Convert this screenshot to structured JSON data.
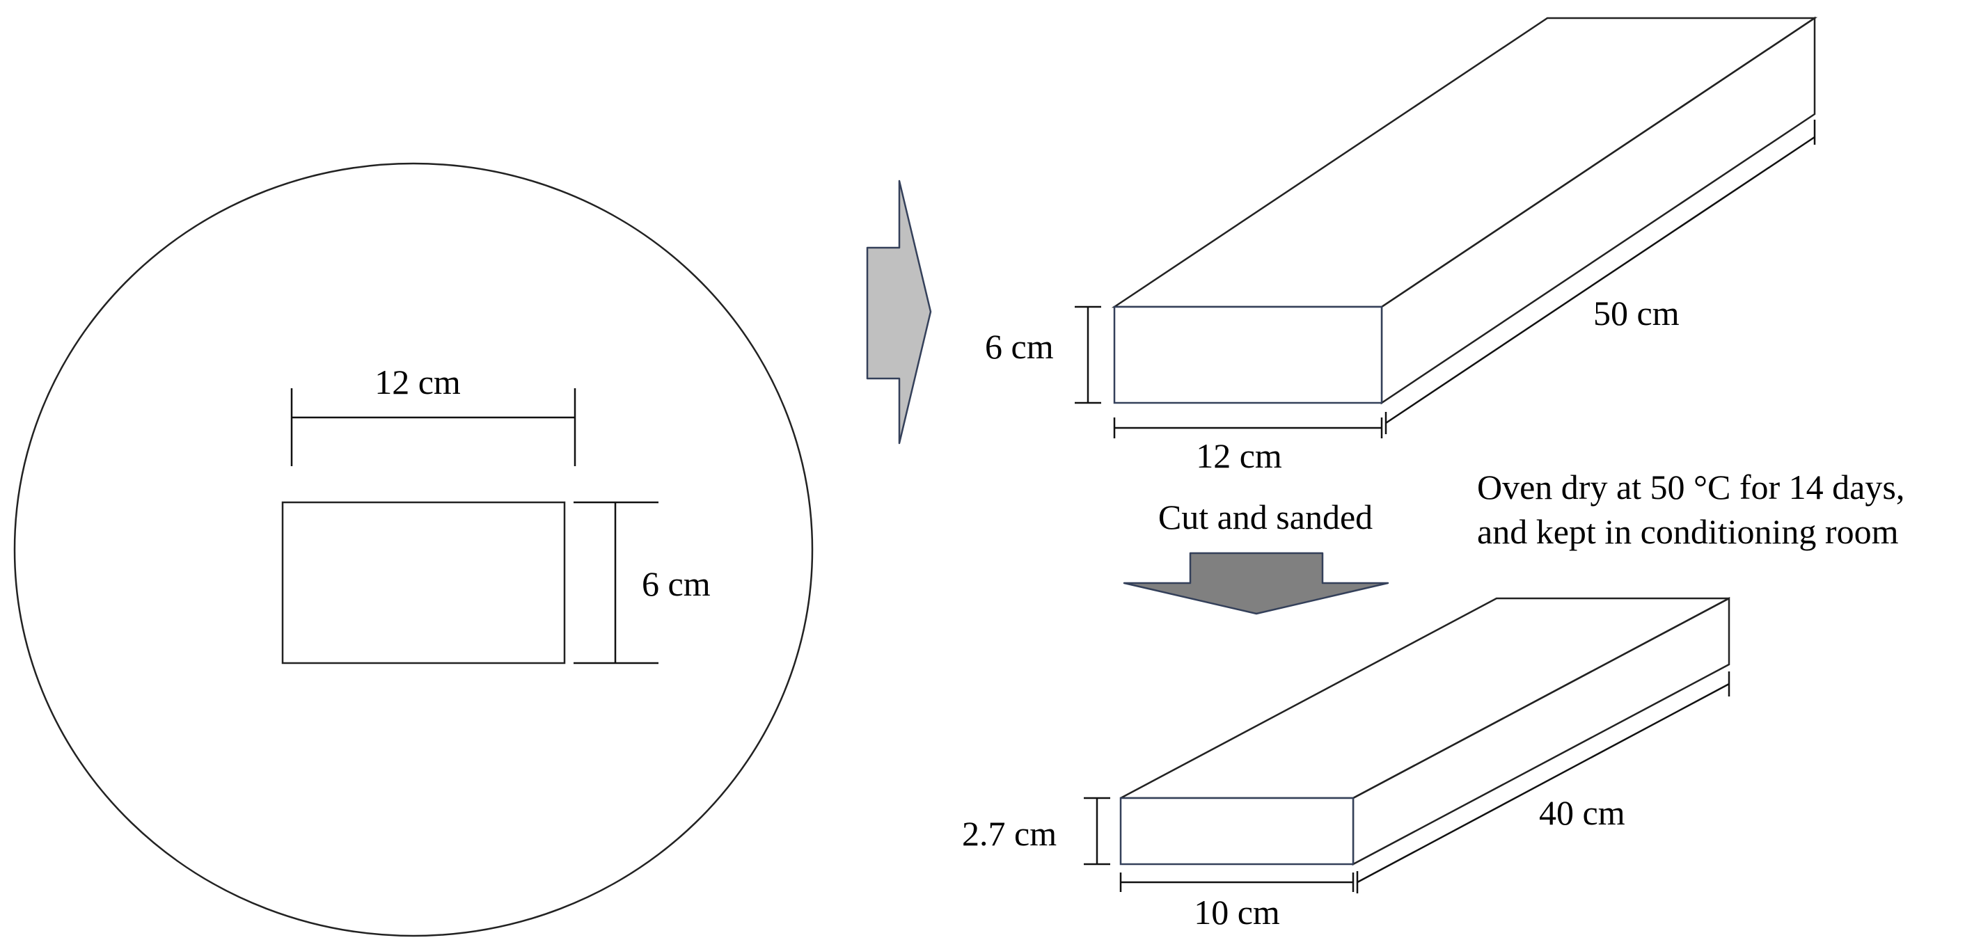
{
  "log_cross_section": {
    "width_label": "12 cm",
    "height_label": "6 cm"
  },
  "beam_large": {
    "height_label": "6 cm",
    "width_label": "12 cm",
    "length_label": "50 cm"
  },
  "process_label": "Cut and sanded",
  "conditioning_note": {
    "line1": "Oven dry at 50 °C for 14 days,",
    "line2": "and kept in conditioning room"
  },
  "beam_small": {
    "height_label": "2.7 cm",
    "width_label": "10 cm",
    "length_label": "40 cm"
  },
  "colors": {
    "right_arrow_fill": "#c0c0c0",
    "down_arrow_fill": "#808080",
    "arrow_stroke": "#34405a"
  },
  "icons": {
    "right_arrow": "block-arrow-right",
    "down_arrow": "block-arrow-down"
  }
}
